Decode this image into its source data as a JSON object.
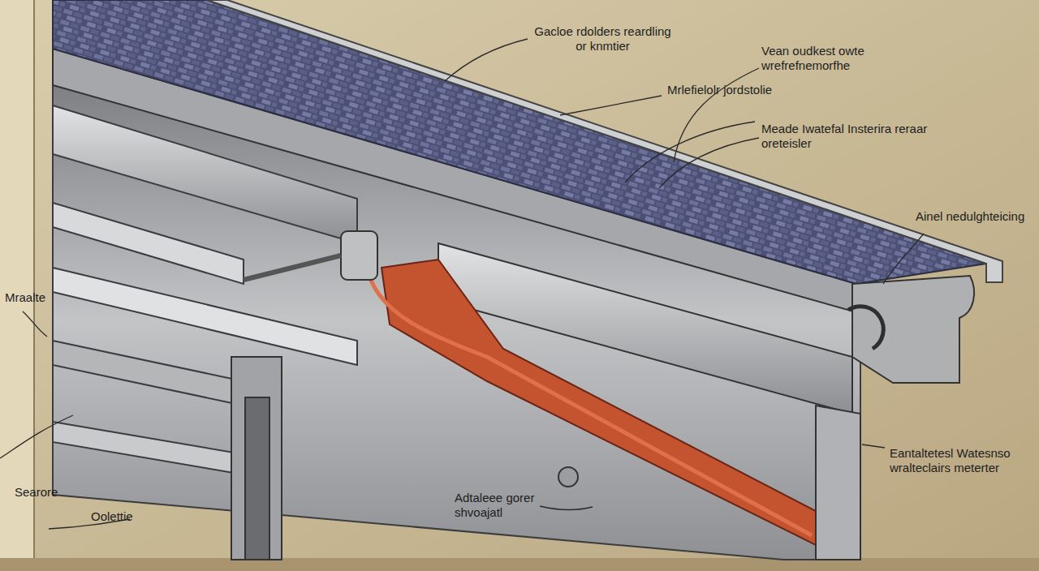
{
  "diagram": {
    "labels": [
      "Gacloe rdolders reardling or knmtier",
      "Vean oudkest owte wrefrefnemorfhe",
      "Mrlefielolr jordstolie",
      "Meade Iwatefal Insterira reraar oreteisler",
      "Ainel nedulghteicing",
      "Mraalte",
      "Searore",
      "Oolettie",
      "Adtaleee gorer shvoajatl",
      "Eantaltetesl Watesnso wralteclairs meterter"
    ]
  }
}
